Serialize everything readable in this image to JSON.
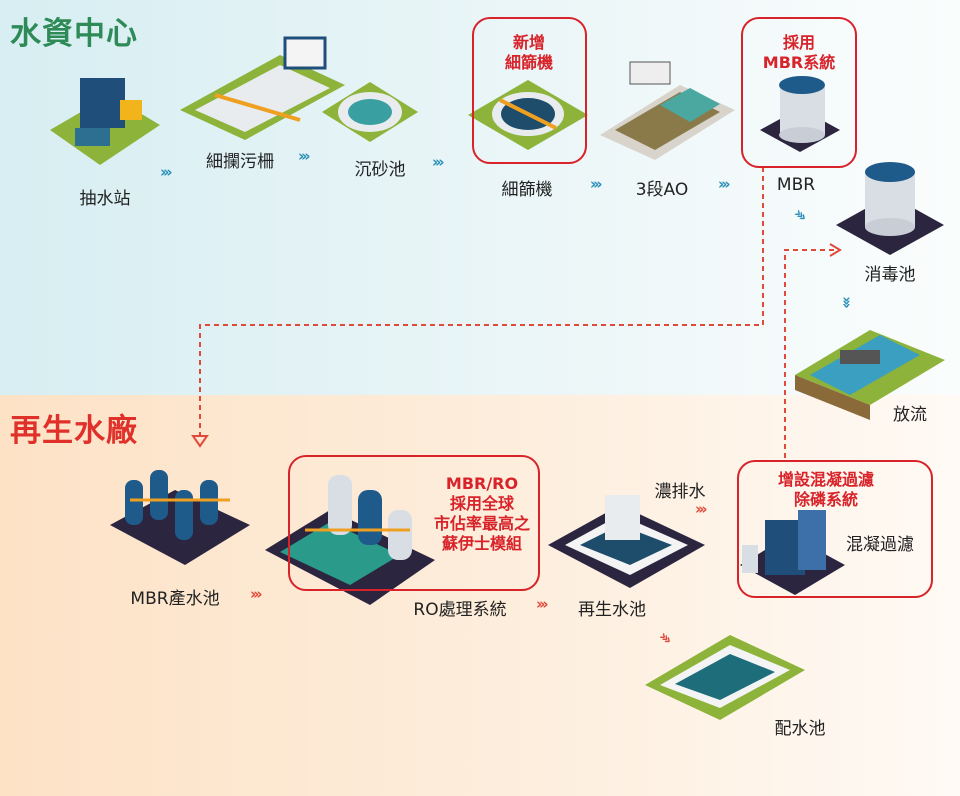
{
  "sections": {
    "water_center": "水資中心",
    "reclaimed_plant": "再生水廠"
  },
  "colors": {
    "green_title": "#2e8b57",
    "red": "#d8232a",
    "arrow_blue": "#2a8fb8",
    "arrow_red": "#e04a3a"
  },
  "stages": {
    "pump_station": "抽水站",
    "fine_screen_bar": "細攔污柵",
    "grit_chamber": "沉砂池",
    "fine_screen": "細篩機",
    "ao": "3段AO",
    "mbr": "MBR",
    "disinfection": "消毒池",
    "discharge": "放流",
    "mbr_product_tank": "MBR產水池",
    "ro_system": "RO處理系統",
    "reclaimed_tank": "再生水池",
    "concentrate": "濃排水",
    "coagulation": "混凝過濾",
    "distribution_tank": "配水池"
  },
  "notes": {
    "fine_screen": [
      "新增",
      "細篩機"
    ],
    "mbr": [
      "採用",
      "MBR系統"
    ],
    "ro": [
      "MBR/RO",
      "採用全球",
      "市佔率最高之",
      "蘇伊士模組"
    ],
    "coagulation": [
      "增設混凝過濾",
      "除磷系統"
    ]
  },
  "arrow_glyph": "›››"
}
